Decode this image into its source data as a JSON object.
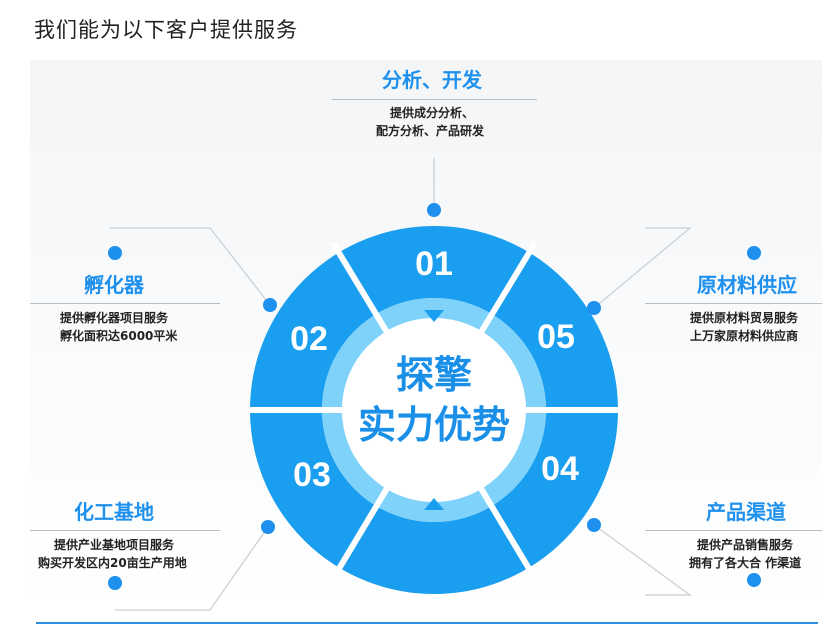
{
  "heading": "我们能为以下客户提供服务",
  "center": {
    "line1": "探擎",
    "line2": "实力优势"
  },
  "segments": [
    "01",
    "05",
    "04",
    "03",
    "02"
  ],
  "services": {
    "top": {
      "title": "分析、开发",
      "desc1": "提供成分分析、",
      "desc2": "配方分析、产品研发"
    },
    "right_upper": {
      "title": "原材料供应",
      "desc1": "提供原材料贸易服务",
      "desc2": "上万家原材料供应商"
    },
    "right_lower": {
      "title": "产品渠道",
      "desc1": "提供产品销售服务",
      "desc2": "拥有了各大合 作渠道"
    },
    "left_lower": {
      "title": "化工基地",
      "desc1": "提供产业基地项目服务",
      "desc2": "购买开发区内20亩生产用地"
    },
    "left_upper": {
      "title": "孵化器",
      "desc1": "提供孵化器项目服务",
      "desc2": "孵化面积达6000平米"
    }
  },
  "colors": {
    "ring": "#1a9ef0",
    "inner_ring": "#7fd3fb",
    "accent": "#1e90ee",
    "center_text": "#1a8fe8"
  }
}
